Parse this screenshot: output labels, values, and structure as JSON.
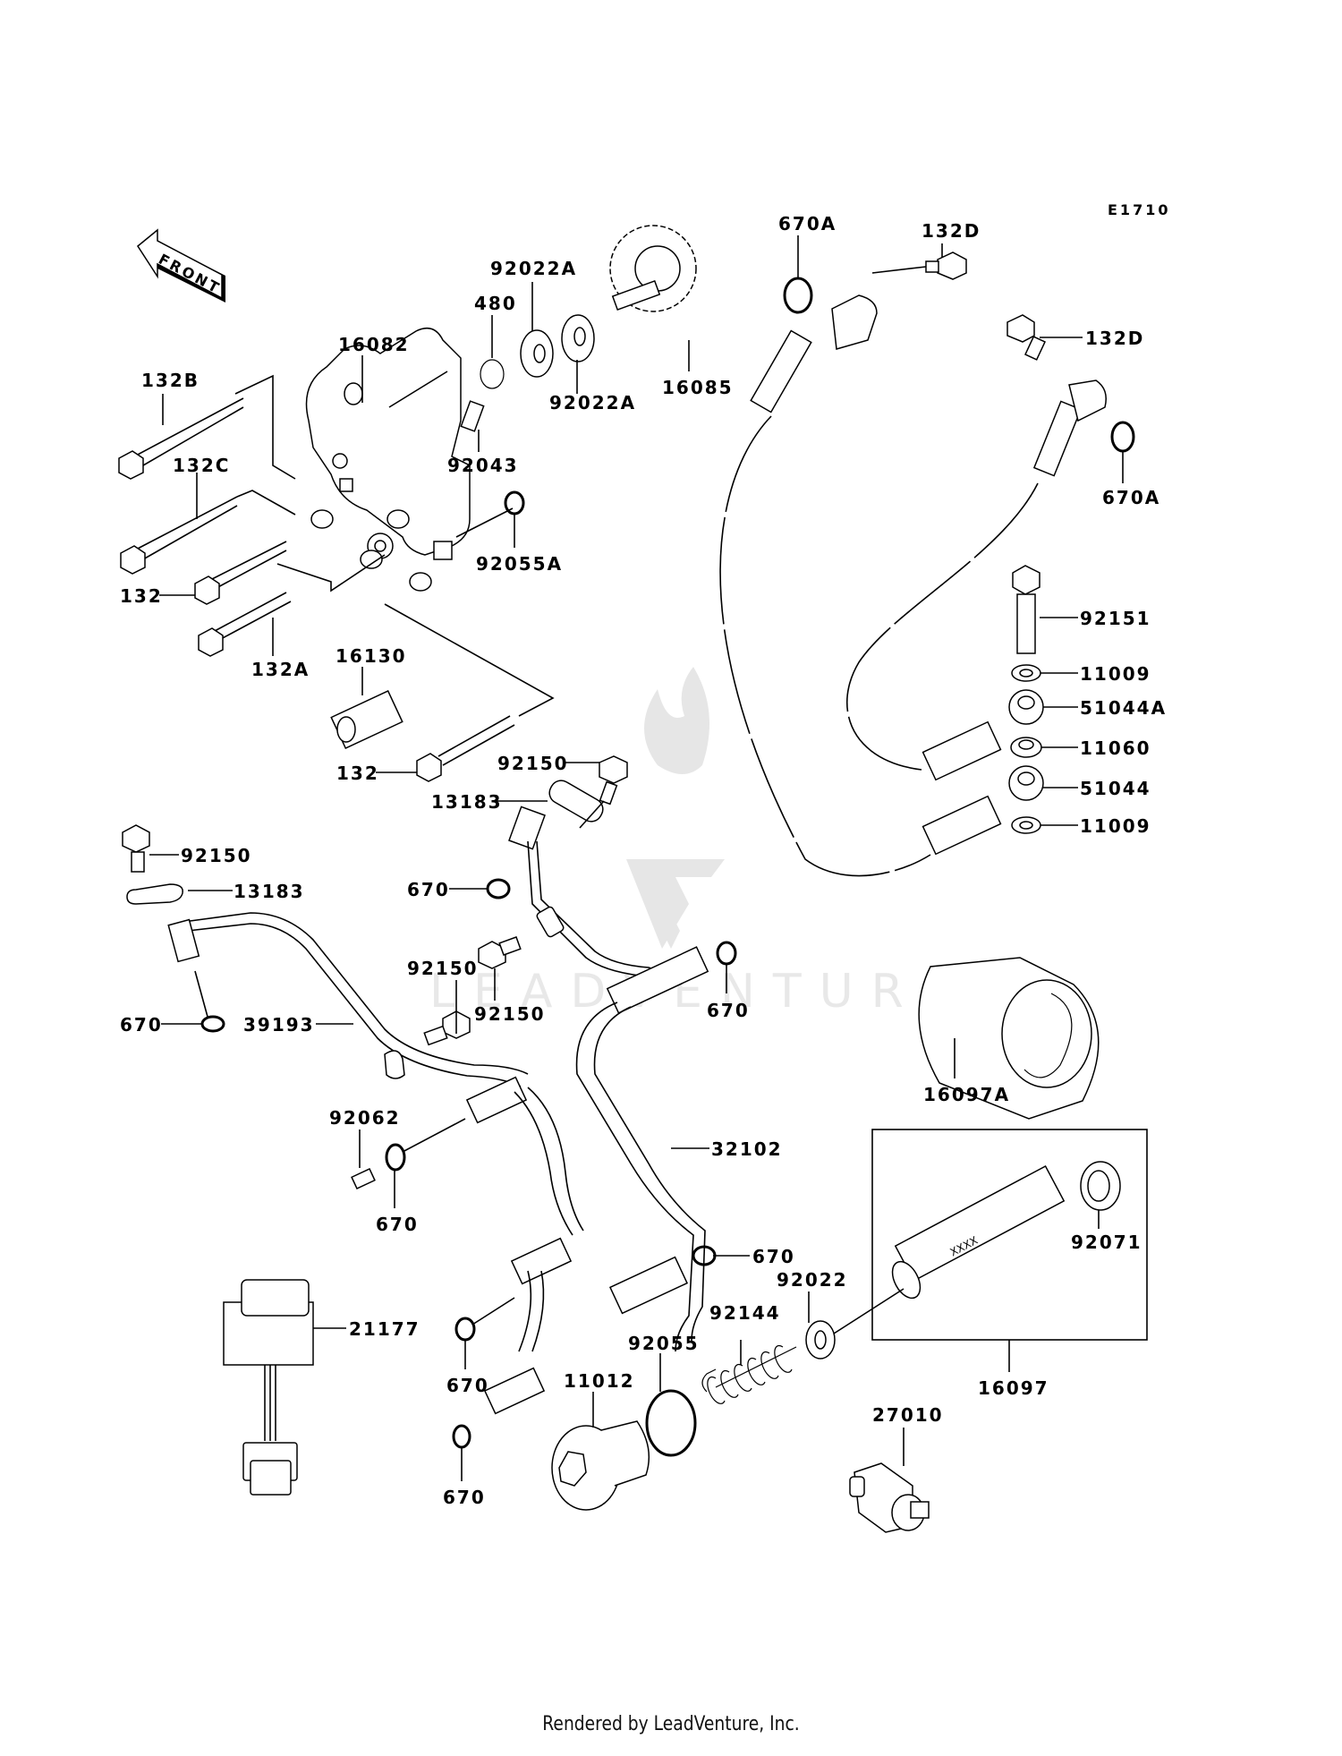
{
  "diagram": {
    "reference_code": "E1710",
    "front_arrow_label": "FRONT",
    "watermark_text": "LEADVENTURE",
    "footer": "Rendered by LeadVenture, Inc.",
    "callouts": [
      {
        "id": "c-92022A-a",
        "part": "92022A"
      },
      {
        "id": "c-480",
        "part": "480"
      },
      {
        "id": "c-16082",
        "part": "16082"
      },
      {
        "id": "c-132B",
        "part": "132B"
      },
      {
        "id": "c-92022A-b",
        "part": "92022A"
      },
      {
        "id": "c-16085",
        "part": "16085"
      },
      {
        "id": "c-92043",
        "part": "92043"
      },
      {
        "id": "c-132C",
        "part": "132C"
      },
      {
        "id": "c-92055A",
        "part": "92055A"
      },
      {
        "id": "c-132-a",
        "part": "132"
      },
      {
        "id": "c-132A",
        "part": "132A"
      },
      {
        "id": "c-16130",
        "part": "16130"
      },
      {
        "id": "c-132-b",
        "part": "132"
      },
      {
        "id": "c-670A-a",
        "part": "670A"
      },
      {
        "id": "c-132D-a",
        "part": "132D"
      },
      {
        "id": "c-132D-b",
        "part": "132D"
      },
      {
        "id": "c-670A-b",
        "part": "670A"
      },
      {
        "id": "c-92151",
        "part": "92151"
      },
      {
        "id": "c-11009-a",
        "part": "11009"
      },
      {
        "id": "c-51044A",
        "part": "51044A"
      },
      {
        "id": "c-11060",
        "part": "11060"
      },
      {
        "id": "c-51044",
        "part": "51044"
      },
      {
        "id": "c-11009-b",
        "part": "11009"
      },
      {
        "id": "c-92150-a",
        "part": "92150"
      },
      {
        "id": "c-13183-a",
        "part": "13183"
      },
      {
        "id": "c-92150-b",
        "part": "92150"
      },
      {
        "id": "c-13183-b",
        "part": "13183"
      },
      {
        "id": "c-670-a",
        "part": "670"
      },
      {
        "id": "c-670-b",
        "part": "670"
      },
      {
        "id": "c-39193",
        "part": "39193"
      },
      {
        "id": "c-92150-c",
        "part": "92150"
      },
      {
        "id": "c-92150-d",
        "part": "92150"
      },
      {
        "id": "c-670-c",
        "part": "670"
      },
      {
        "id": "c-16097A",
        "part": "16097A"
      },
      {
        "id": "c-92062",
        "part": "92062"
      },
      {
        "id": "c-670-d",
        "part": "670"
      },
      {
        "id": "c-32102",
        "part": "32102"
      },
      {
        "id": "c-670-e",
        "part": "670"
      },
      {
        "id": "c-92022",
        "part": "92022"
      },
      {
        "id": "c-92071",
        "part": "92071"
      },
      {
        "id": "c-21177",
        "part": "21177"
      },
      {
        "id": "c-92144",
        "part": "92144"
      },
      {
        "id": "c-92055",
        "part": "92055"
      },
      {
        "id": "c-11012",
        "part": "11012"
      },
      {
        "id": "c-670-f",
        "part": "670"
      },
      {
        "id": "c-16097",
        "part": "16097"
      },
      {
        "id": "c-27010",
        "part": "27010"
      },
      {
        "id": "c-670-g",
        "part": "670"
      }
    ]
  }
}
